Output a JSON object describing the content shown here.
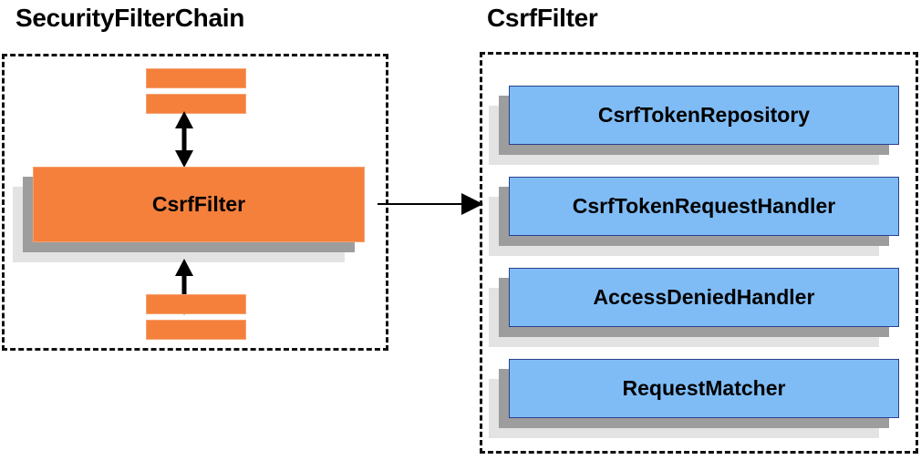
{
  "diagram": {
    "type": "component-relationship-diagram",
    "colors": {
      "orange_fill": "#F4803C",
      "orange_border": "#F5A06F",
      "blue_fill": "#7FBCF5",
      "blue_border": "#2B3F8F",
      "shadow_dark": "#9D9D9D",
      "shadow_light": "#E3E3E3",
      "group_border": "#111111",
      "text": "#000000",
      "background": "#FFFFFF"
    }
  },
  "panels": {
    "left": {
      "title": "SecurityFilterChain",
      "main_component": "CsrfFilter",
      "stub_filters_above": [
        "",
        ""
      ],
      "stub_filters_below": [
        "",
        ""
      ]
    },
    "right": {
      "title": "CsrfFilter",
      "components": [
        {
          "label": "CsrfTokenRepository"
        },
        {
          "label": "CsrfTokenRequestHandler"
        },
        {
          "label": "AccessDeniedHandler"
        },
        {
          "label": "RequestMatcher"
        }
      ]
    }
  },
  "connectors": {
    "chain_above": {
      "style": "double-headed-vertical-arrow"
    },
    "chain_below": {
      "style": "double-headed-vertical-arrow"
    },
    "expand": {
      "style": "single-headed-horizontal-arrow"
    }
  }
}
